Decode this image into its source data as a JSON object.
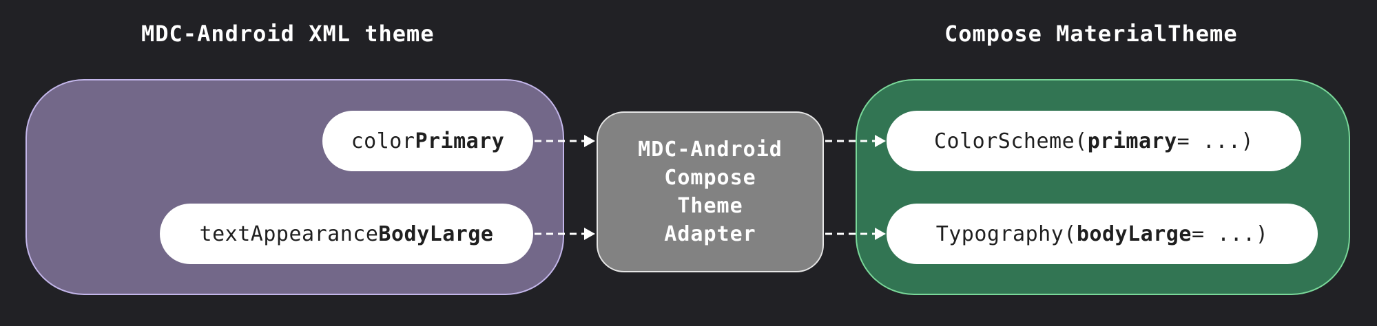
{
  "colors": {
    "background": "#212125",
    "xml_panel_fill": "#736889",
    "xml_panel_border": "#c3b6ea",
    "compose_panel_fill": "#327553",
    "compose_panel_border": "#7ad89a",
    "adapter_fill": "#828282",
    "pill_fill": "#ffffff"
  },
  "left": {
    "title": "MDC-Android XML theme",
    "items": [
      {
        "prefix": "color",
        "emphasis": "Primary",
        "suffix": ""
      },
      {
        "prefix": "textAppearance",
        "emphasis": "BodyLarge",
        "suffix": ""
      }
    ]
  },
  "center": {
    "lines": [
      "MDC-Android",
      "Compose",
      "Theme",
      "Adapter"
    ]
  },
  "right": {
    "title": "Compose MaterialTheme",
    "items": [
      {
        "prefix": "ColorScheme(",
        "emphasis": "primary",
        "suffix": " = ...)"
      },
      {
        "prefix": "Typography(",
        "emphasis": "bodyLarge",
        "suffix": " = ...)"
      }
    ]
  },
  "connectors": [
    {
      "from": "left.items.0",
      "to": "center"
    },
    {
      "from": "left.items.1",
      "to": "center"
    },
    {
      "from": "center",
      "to": "right.items.0"
    },
    {
      "from": "center",
      "to": "right.items.1"
    }
  ]
}
